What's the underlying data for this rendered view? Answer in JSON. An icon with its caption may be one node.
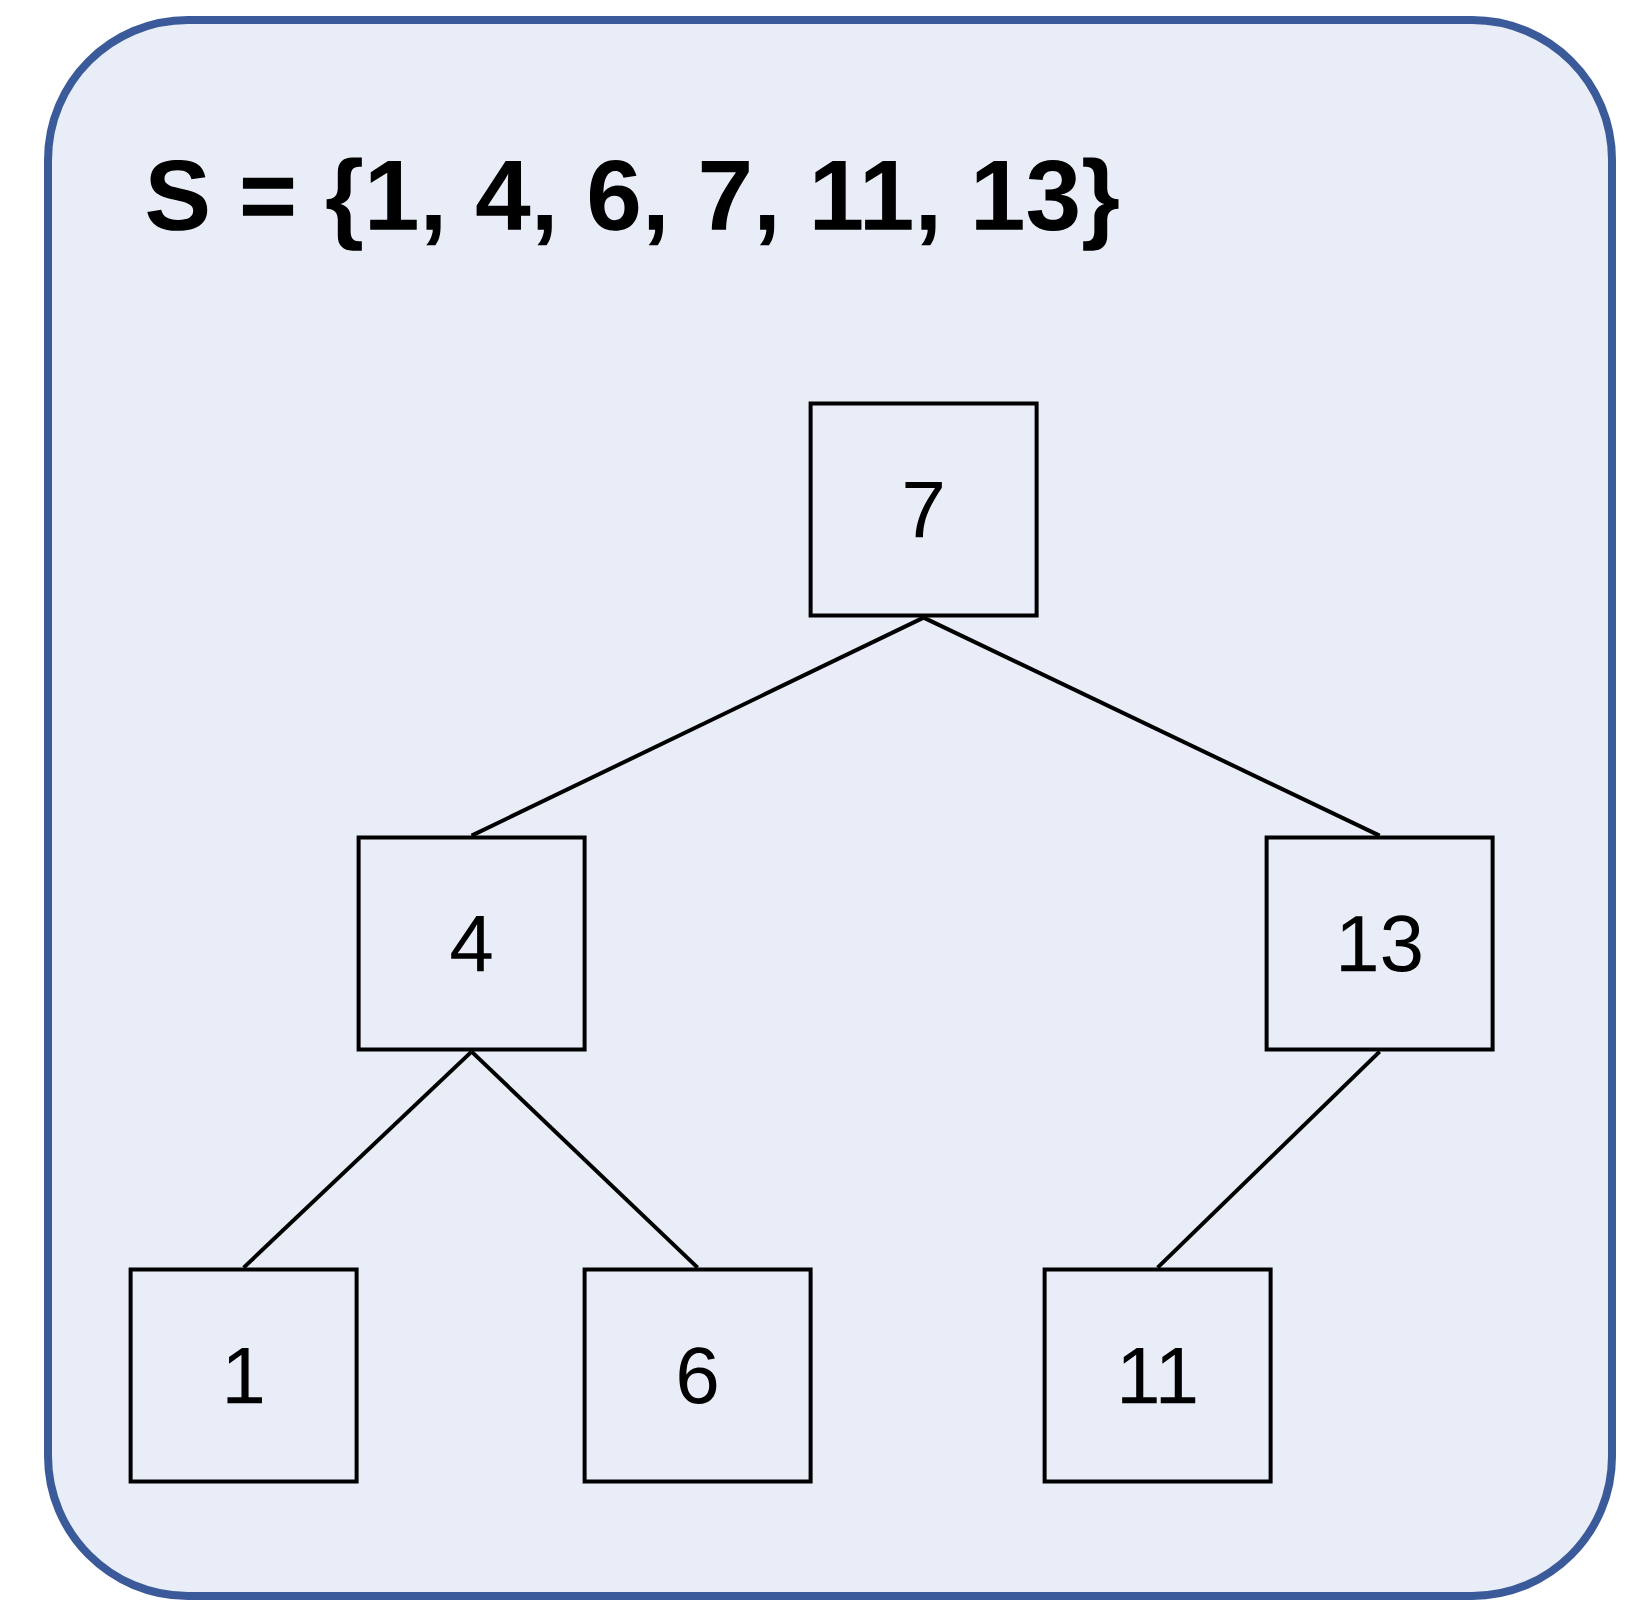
{
  "diagram": {
    "nodes": [
      {
        "text": [
          "S = {1, 4, 6, 7, 11, 13}"
        ]
      },
      {
        "text": [
          "7"
        ],
        "in": 0
      },
      {
        "text": [
          "4"
        ],
        "in": 0
      },
      {
        "text": [
          "13"
        ],
        "in": 0
      },
      {
        "text": [
          "1"
        ],
        "in": 0
      },
      {
        "text": [
          "6"
        ],
        "in": 0
      },
      {
        "text": [
          "11"
        ],
        "in": 0
      }
    ],
    "edges": [
      {
        "from": 1,
        "to": 2,
        "arrow": "none"
      },
      {
        "from": 1,
        "to": 3,
        "arrow": "none"
      },
      {
        "from": 2,
        "to": 4,
        "arrow": "none"
      },
      {
        "from": 2,
        "to": 5,
        "arrow": "none"
      },
      {
        "from": 3,
        "to": 6,
        "arrow": "none"
      }
    ]
  }
}
